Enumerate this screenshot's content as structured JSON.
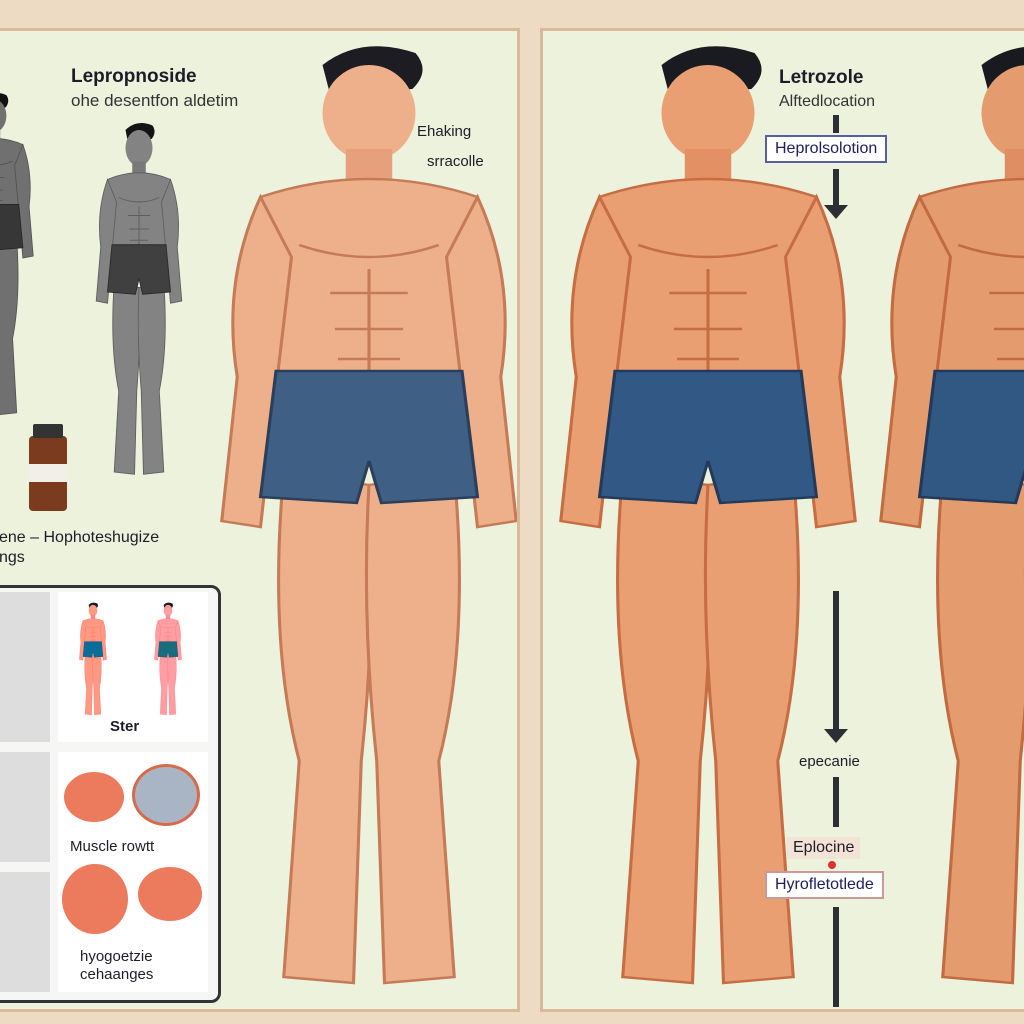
{
  "left_panel": {
    "title": "Lepropnoside",
    "subtitle": "ohe desentfon aldetim",
    "labels": [
      "Ehaking",
      "srracolle"
    ],
    "caption_line1": "ene – Hophoteshugize",
    "caption_line2": "ngs",
    "grid": {
      "cell_labels": [
        "Ster",
        "Muscle rowtt",
        "hyogoetzie",
        "cehaanges"
      ]
    }
  },
  "right_panel": {
    "title": "Letrozole",
    "subtitle": "Alftedlocation",
    "box_top": "Heprolsolotion",
    "label_mid": "epecanie",
    "label_tag": "Eplocine",
    "box_bottom": "Hyrofletotlede"
  },
  "colors": {
    "background": "#eddcc3",
    "panel": "#edf2dc",
    "skin": "#eeb08a",
    "shorts": "#3f5f85",
    "hair": "#1c1c22",
    "pill": "#ec7a5c",
    "box_border": "#5660a0"
  }
}
